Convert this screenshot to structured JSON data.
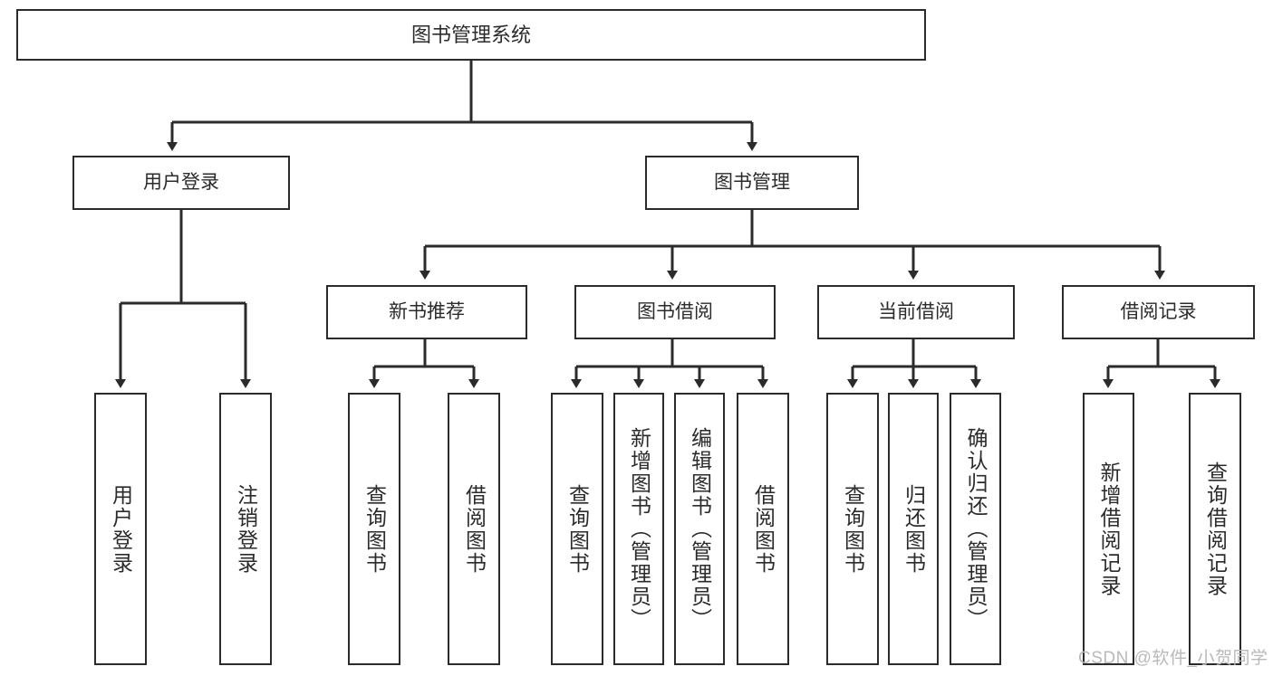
{
  "diagram": {
    "type": "tree-hierarchy",
    "title": "图书管理系统",
    "watermark": "CSDN @软件_小贺同学",
    "colors": {
      "stroke": "#2b2b2b",
      "fill": "#ffffff",
      "text": "#2b2b2b",
      "watermark": "#b9b9b9"
    },
    "levels": {
      "root": {
        "label": "图书管理系统"
      },
      "level2": [
        {
          "label": "用户登录"
        },
        {
          "label": "图书管理"
        }
      ],
      "level3": [
        {
          "label": "新书推荐"
        },
        {
          "label": "图书借阅"
        },
        {
          "label": "当前借阅"
        },
        {
          "label": "借阅记录"
        }
      ]
    },
    "leaves": {
      "user_login": [
        {
          "label": "用户登录"
        },
        {
          "label": "注销登录"
        }
      ],
      "new_book_recommend": [
        {
          "label": "查询图书"
        },
        {
          "label": "借阅图书"
        }
      ],
      "book_borrow": [
        {
          "label": "查询图书"
        },
        {
          "label": "新增图书（管理员）"
        },
        {
          "label": "编辑图书（管理员）"
        },
        {
          "label": "借阅图书"
        }
      ],
      "current_borrow": [
        {
          "label": "查询图书"
        },
        {
          "label": "归还图书"
        },
        {
          "label": "确认归还（管理员）"
        }
      ],
      "borrow_record": [
        {
          "label": "新增借阅记录"
        },
        {
          "label": "查询借阅记录"
        }
      ]
    }
  }
}
